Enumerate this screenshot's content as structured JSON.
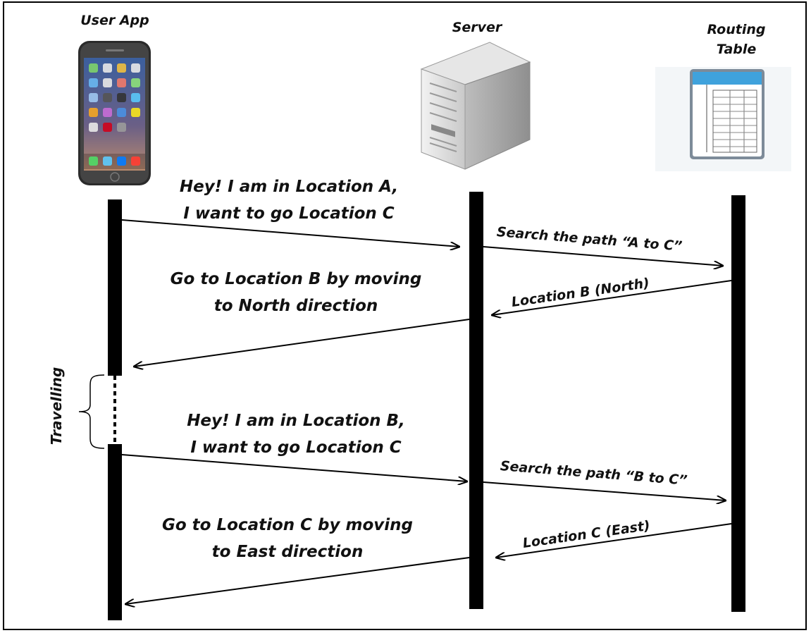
{
  "actors": {
    "user_app": "User App",
    "server": "Server",
    "routing_table": [
      "Routing",
      "Table"
    ]
  },
  "messages": [
    {
      "lines": [
        "Hey! I am in Location A,",
        "I want to go Location C"
      ]
    },
    {
      "text": "Search the path “A to C”"
    },
    {
      "text": "Location B (North)"
    },
    {
      "lines": [
        "Go to Location B by moving",
        "to North direction"
      ]
    },
    {
      "lines": [
        "Hey! I am in Location B,",
        "I want to go Location C"
      ]
    },
    {
      "text": "Search the path “B to C”"
    },
    {
      "text": "Location C (East)"
    },
    {
      "lines": [
        "Go to Location C by moving",
        "to East direction"
      ]
    }
  ],
  "travelling": "Travelling",
  "colors": {
    "line": "#000000",
    "frame": "#000000",
    "screen": "#5a7bb8"
  }
}
